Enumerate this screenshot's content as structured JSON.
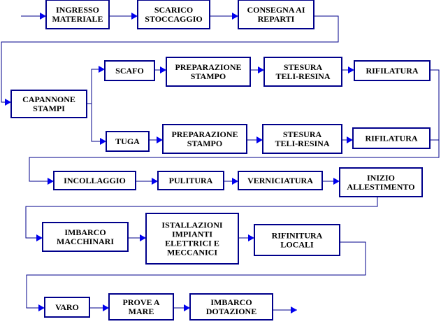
{
  "colors": {
    "box_border": "#00008b",
    "wire": "#00008b",
    "arrow": "#0000ee",
    "text": "#000000",
    "background": "#ffffff"
  },
  "nodes": {
    "ingresso": [
      "INGRESSO",
      "MATERIALE"
    ],
    "scarico": [
      "SCARICO",
      "STOCCAGGIO"
    ],
    "consegna": [
      "CONSEGNA AI",
      "REPARTI"
    ],
    "capannone": [
      "CAPANNONE",
      "STAMPI"
    ],
    "scafo": [
      "SCAFO"
    ],
    "prep_scafo": [
      "PREPARAZIONE",
      "STAMPO"
    ],
    "stesura_scafo": [
      "STESURA",
      "TELI-RESINA"
    ],
    "rifil_scafo": [
      "RIFILATURA"
    ],
    "tuga": [
      "TUGA"
    ],
    "prep_tuga": [
      "PREPARAZIONE",
      "STAMPO"
    ],
    "stesura_tuga": [
      "STESURA",
      "TELI-RESINA"
    ],
    "rifil_tuga": [
      "RIFILATURA"
    ],
    "incollaggio": [
      "INCOLLAGGIO"
    ],
    "pulitura": [
      "PULITURA"
    ],
    "verniciatura": [
      "VERNICIATURA"
    ],
    "inizio": [
      "INIZIO",
      "ALLESTIMENTO"
    ],
    "imbarco_macch": [
      "IMBARCO",
      "MACCHINARI"
    ],
    "installazioni": [
      "ISTALLAZIONI",
      "IMPIANTI",
      "ELETTRICI E",
      "MECCANICI"
    ],
    "rifinitura": [
      "RIFINITURA",
      "LOCALI"
    ],
    "varo": [
      "VARO"
    ],
    "prove": [
      "PROVE A",
      "MARE"
    ],
    "imbarco_dot": [
      "IMBARCO",
      "DOTAZIONE"
    ]
  }
}
